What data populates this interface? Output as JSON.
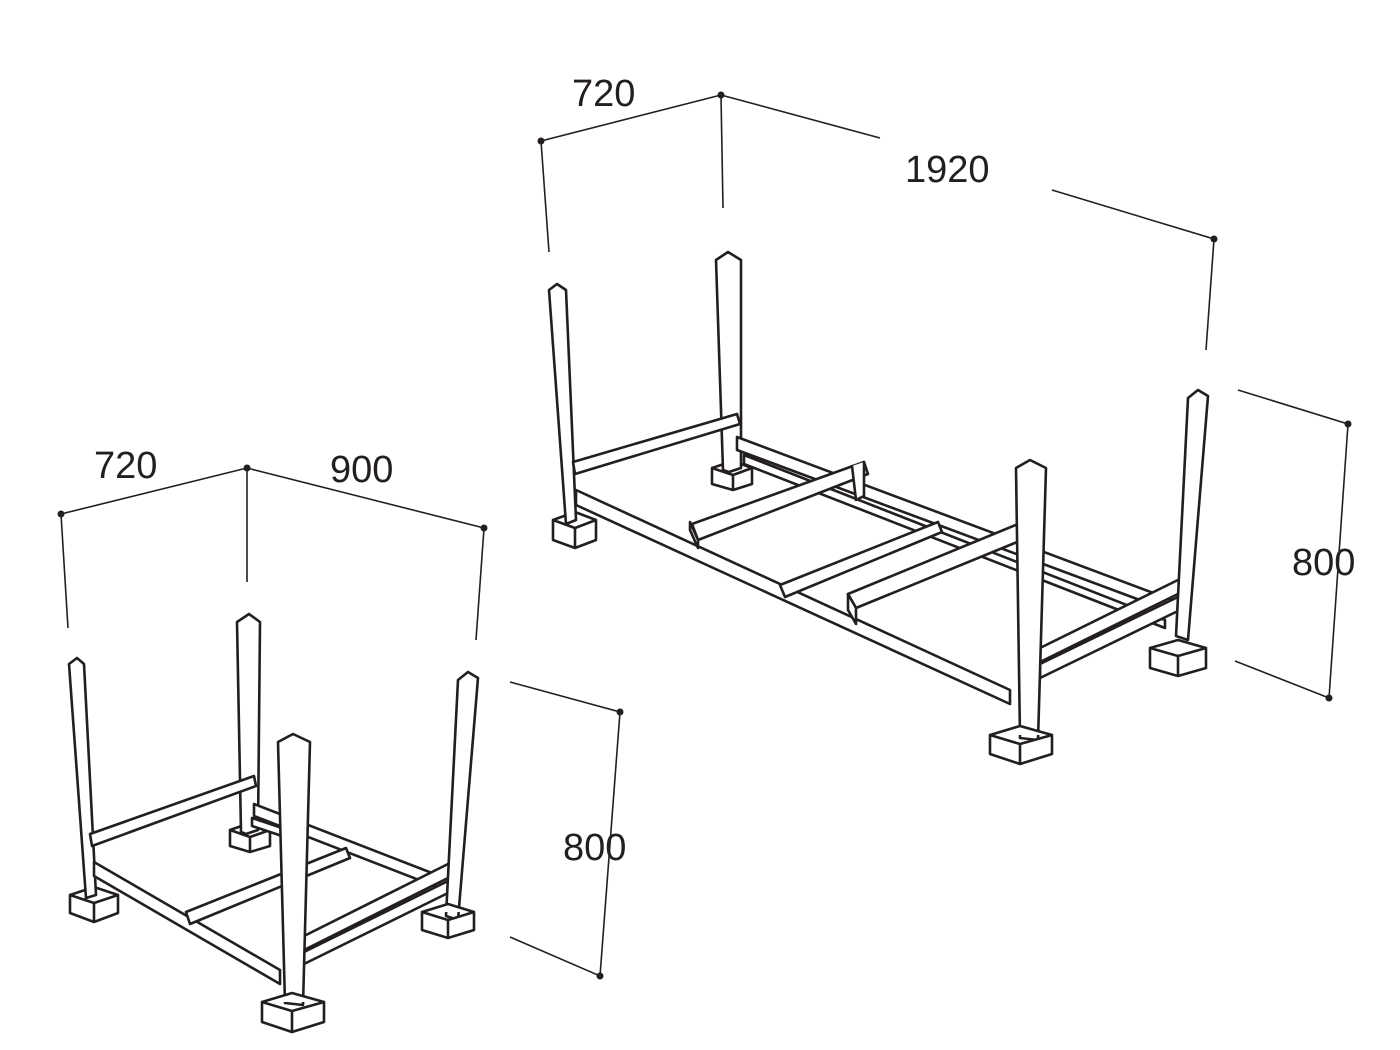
{
  "large_rack": {
    "width_label": "720",
    "length_label": "1920",
    "height_label": "800"
  },
  "small_rack": {
    "width_label": "720",
    "length_label": "900",
    "height_label": "800"
  },
  "colors": {
    "ink": "#231f20",
    "background": "#ffffff"
  }
}
